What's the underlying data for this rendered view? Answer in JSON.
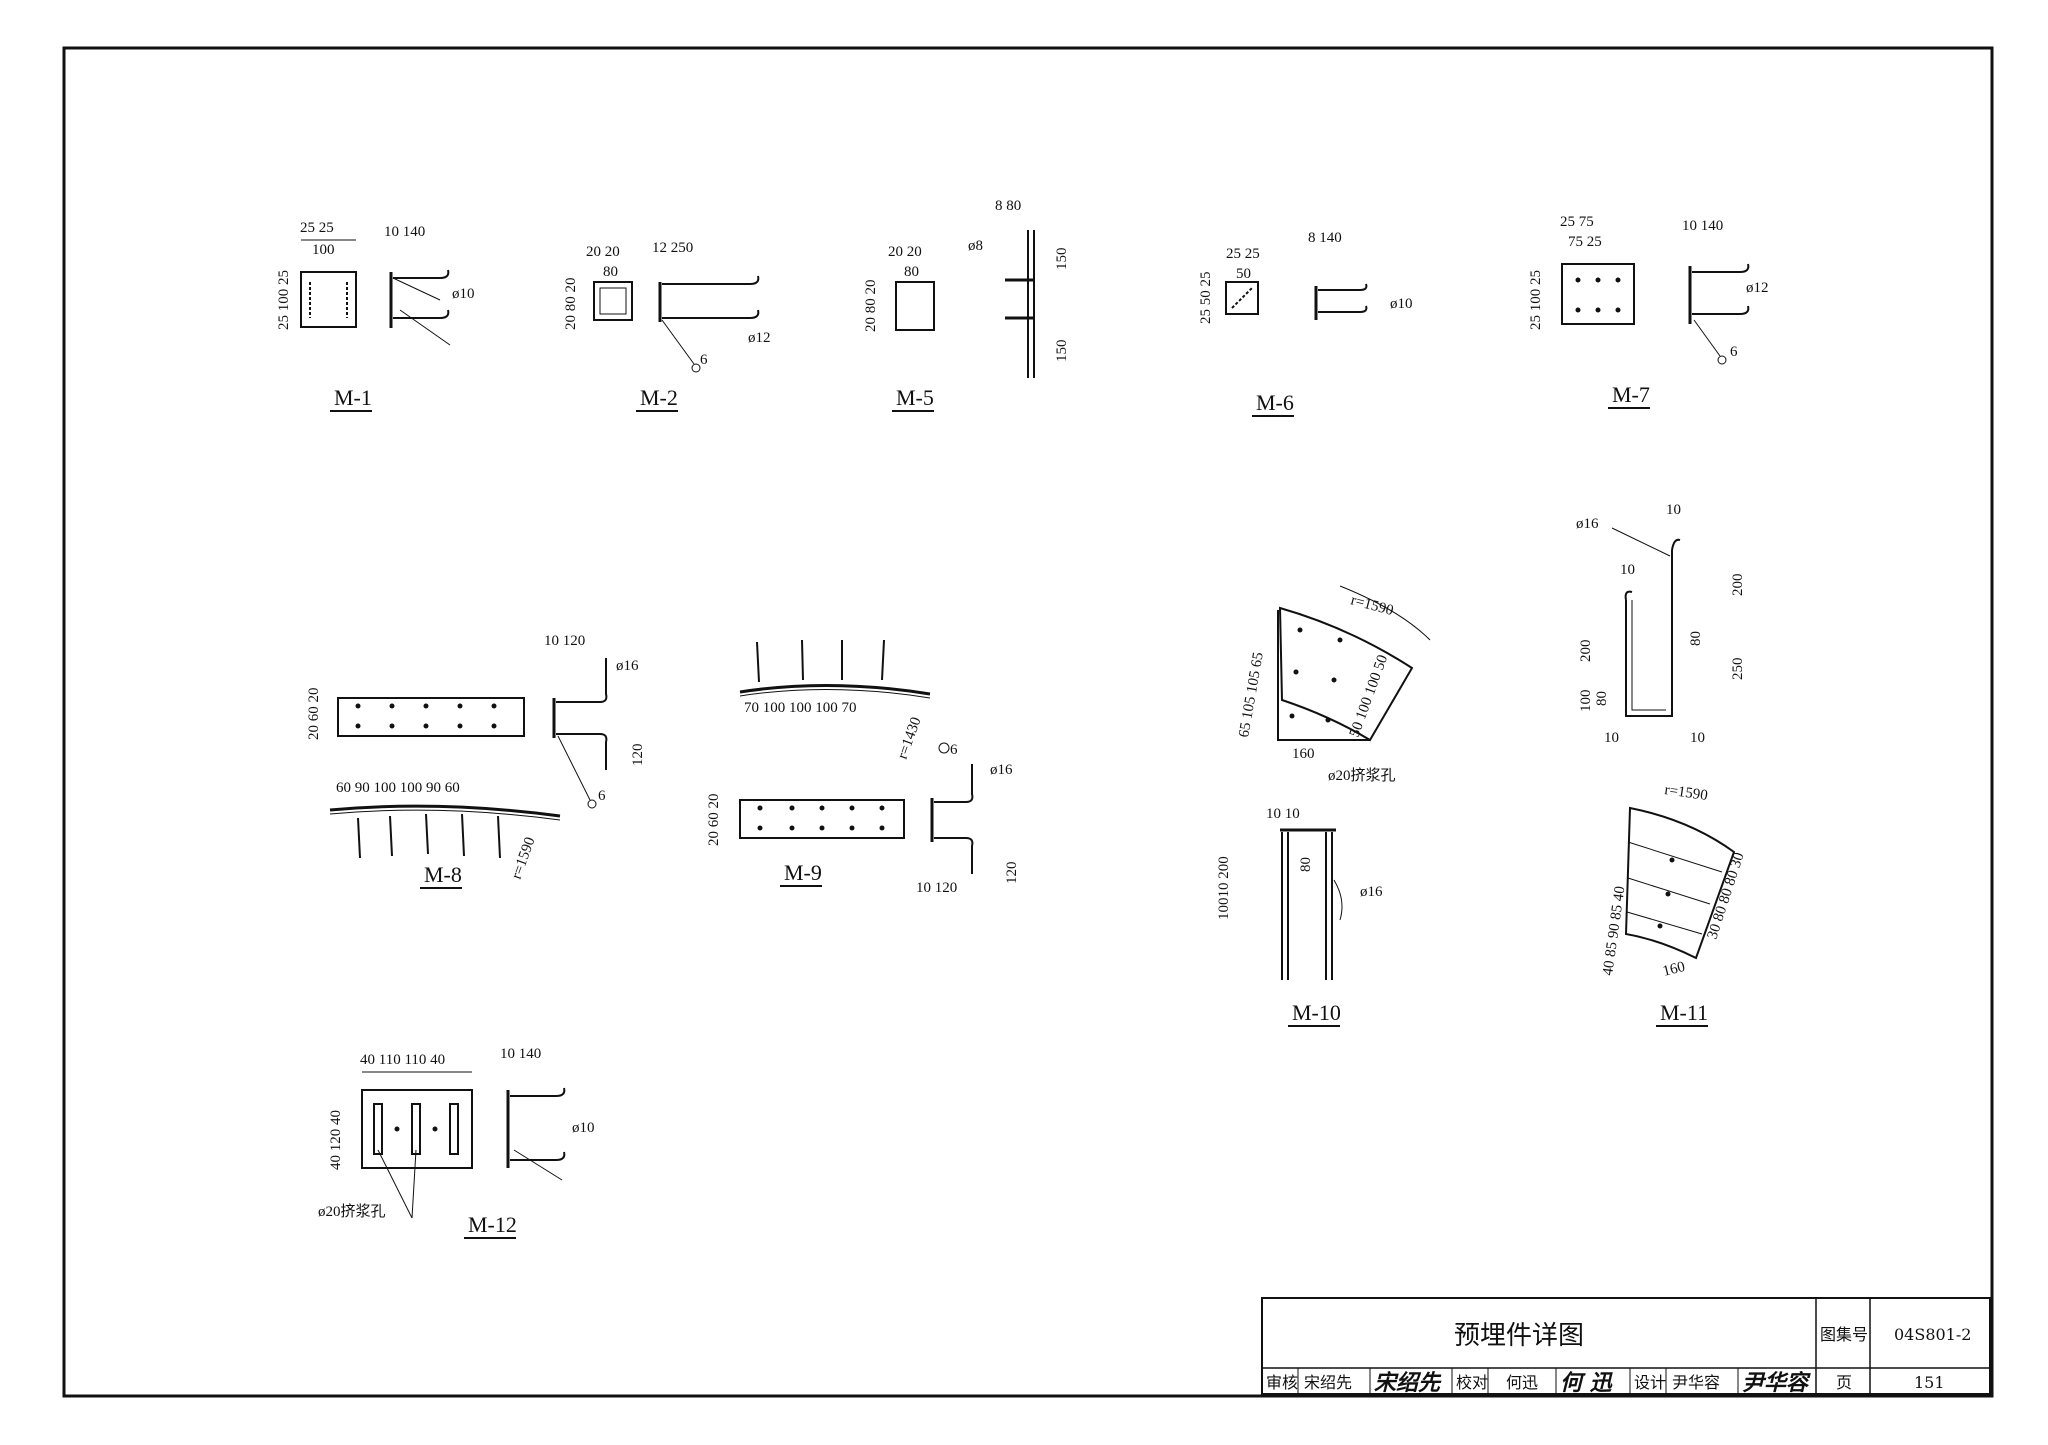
{
  "drawing": {
    "labels": {
      "m1": "M-1",
      "m2": "M-2",
      "m5": "M-5",
      "m6": "M-6",
      "m7": "M-7",
      "m8": "M-8",
      "m9": "M-9",
      "m10": "M-10",
      "m11": "M-11",
      "m12": "M-12"
    },
    "dims": {
      "m1": {
        "top": "25  25",
        "topMid": "100",
        "side": "25 100 25",
        "barDims": "10  140",
        "bar": "ø10"
      },
      "m2": {
        "top": "20  20",
        "topMid": "80",
        "side": "20 80 20",
        "barDims": "12      250",
        "bar": "ø12",
        "weld": "6"
      },
      "m5": {
        "top": "20  20",
        "topMid": "80",
        "side": "20 80 20",
        "barTop": "8 80",
        "bar": "ø8",
        "h1": "150",
        "h2": "150"
      },
      "m6": {
        "top": "25  25",
        "topMid": "50",
        "side": "25 50 25",
        "barDims": "8   140",
        "bar": "ø10"
      },
      "m7": {
        "top": "25    75",
        "topMid": "75  25",
        "side": "25 100 25",
        "barDims": "10  140",
        "bar": "ø12",
        "weld": "6"
      },
      "m8": {
        "side": "20 60 20",
        "barDims": "10 120",
        "bar": "ø16",
        "h": "120",
        "weld": "6",
        "spacing": "60   90   100  100   90   60",
        "radius": "r=1590"
      },
      "m9": {
        "spacing": "70  100  100  100  70",
        "radius": "r=1430",
        "side": "20 60 20",
        "bar": "ø16",
        "barDims": "10 120",
        "h": "120",
        "weld": "6"
      },
      "m10": {
        "radius": "r=1590",
        "arcLeft": "65   105    105   65",
        "arcRight": "50  100  100  50",
        "width": "160",
        "hole": "ø20挤浆孔",
        "topDims": "10        10",
        "sideDims": "10010  200",
        "h80": "80",
        "bar": "ø16"
      },
      "m11": {
        "bar": "ø16",
        "top10": "10",
        "leftTop10": "10",
        "h200a": "200",
        "h100": "100",
        "h80a": "80",
        "h80b": "80",
        "h200b": "200",
        "h250": "250",
        "bottom10a": "10",
        "bottom10b": "10",
        "radius": "r=1590",
        "arcLeft": "40   85    90    85  40",
        "arcRight": "30  80  80  80  30",
        "width": "160"
      },
      "m12": {
        "top": "40  110    110  40",
        "side": "40  120  40",
        "barDims": "10   140",
        "bar": "ø10",
        "hole": "ø20挤浆孔"
      }
    }
  },
  "titleBlock": {
    "title": "预埋件详图",
    "atlasLabel": "图集号",
    "atlasNo": "04S801-2",
    "reviewLabel": "审核",
    "reviewer": "宋绍先",
    "reviewerSig": "宋绍先",
    "checkLabel": "校对",
    "checker": "何迅",
    "checkerSig": "何 迅",
    "designLabel": "设计",
    "designer": "尹华容",
    "designerSig": "尹华容",
    "pageLabel": "页",
    "pageNo": "151"
  }
}
